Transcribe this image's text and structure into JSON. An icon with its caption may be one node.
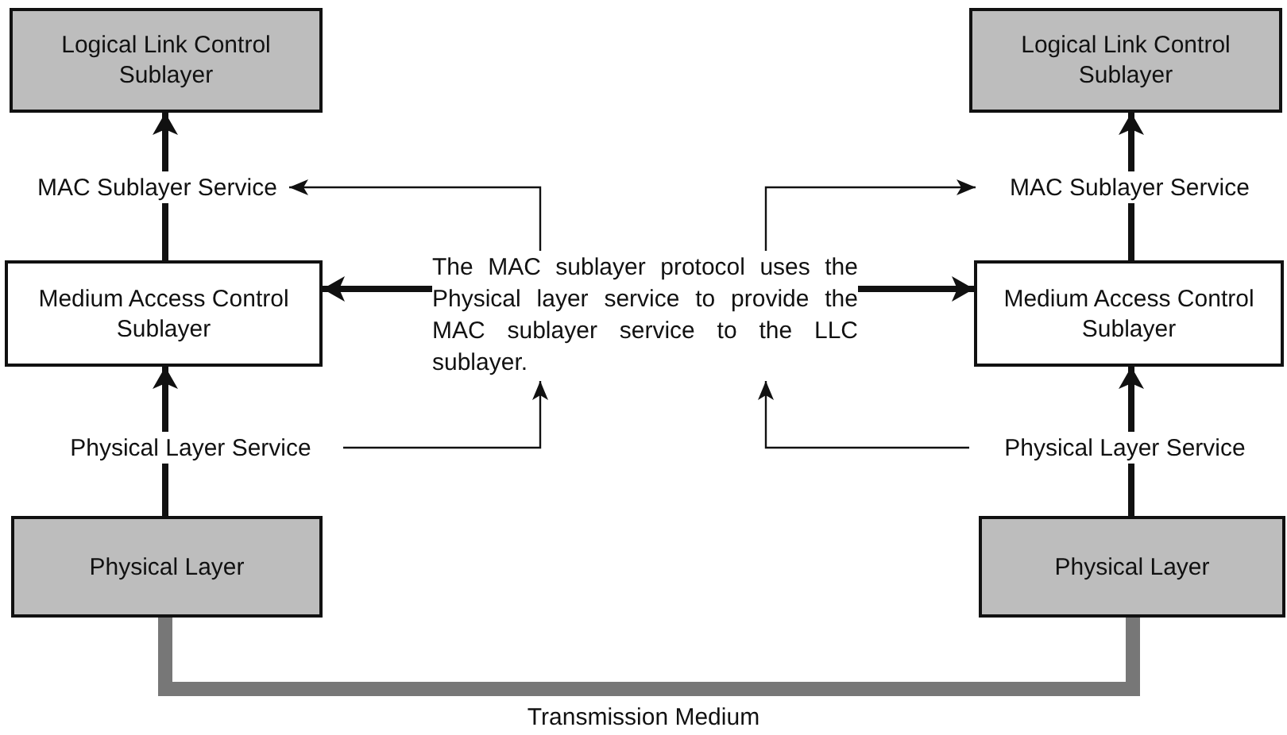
{
  "diagram": {
    "nodes": [
      {
        "text": [
          "Logical Link Control Sublayer"
        ]
      },
      {
        "text": [
          "Logical Link Control Sublayer"
        ]
      },
      {
        "text": [
          "MAC Sublayer Service"
        ]
      },
      {
        "text": [
          "MAC Sublayer Service"
        ]
      },
      {
        "text": [
          "Medium Access Control Sublayer"
        ]
      },
      {
        "text": [
          "The MAC sublayer protocol uses the Physical layer service to provide the MAC sublayer service to the LLC sublayer."
        ]
      },
      {
        "text": [
          "Medium Access Control Sublayer"
        ]
      },
      {
        "text": [
          "Physical Layer Service"
        ]
      },
      {
        "text": [
          "Physical Layer Service"
        ]
      },
      {
        "text": [
          "Physical Layer"
        ]
      },
      {
        "text": [
          "Physical Layer"
        ]
      }
    ],
    "edges": [
      {
        "from": 9,
        "to": 7,
        "arrow": "none"
      },
      {
        "from": 7,
        "to": 4,
        "arrow": "to"
      },
      {
        "from": 4,
        "to": 2,
        "arrow": "none"
      },
      {
        "from": 2,
        "to": 0,
        "arrow": "to"
      },
      {
        "from": 10,
        "to": 8,
        "arrow": "none"
      },
      {
        "from": 8,
        "to": 6,
        "arrow": "to"
      },
      {
        "from": 6,
        "to": 3,
        "arrow": "none"
      },
      {
        "from": 3,
        "to": 1,
        "arrow": "to"
      },
      {
        "from": 5,
        "to": 2,
        "arrow": "to"
      },
      {
        "from": 5,
        "to": 3,
        "arrow": "to"
      },
      {
        "from": 7,
        "to": 5,
        "arrow": "to"
      },
      {
        "from": 8,
        "to": 5,
        "arrow": "to"
      },
      {
        "from": 5,
        "to": 4,
        "arrow": "to"
      },
      {
        "from": 5,
        "to": 6,
        "arrow": "to"
      },
      {
        "from": 9,
        "to": 10,
        "arrow": "none",
        "label": "Transmission Medium",
        "style": "thick",
        "color": "#777777"
      }
    ]
  }
}
